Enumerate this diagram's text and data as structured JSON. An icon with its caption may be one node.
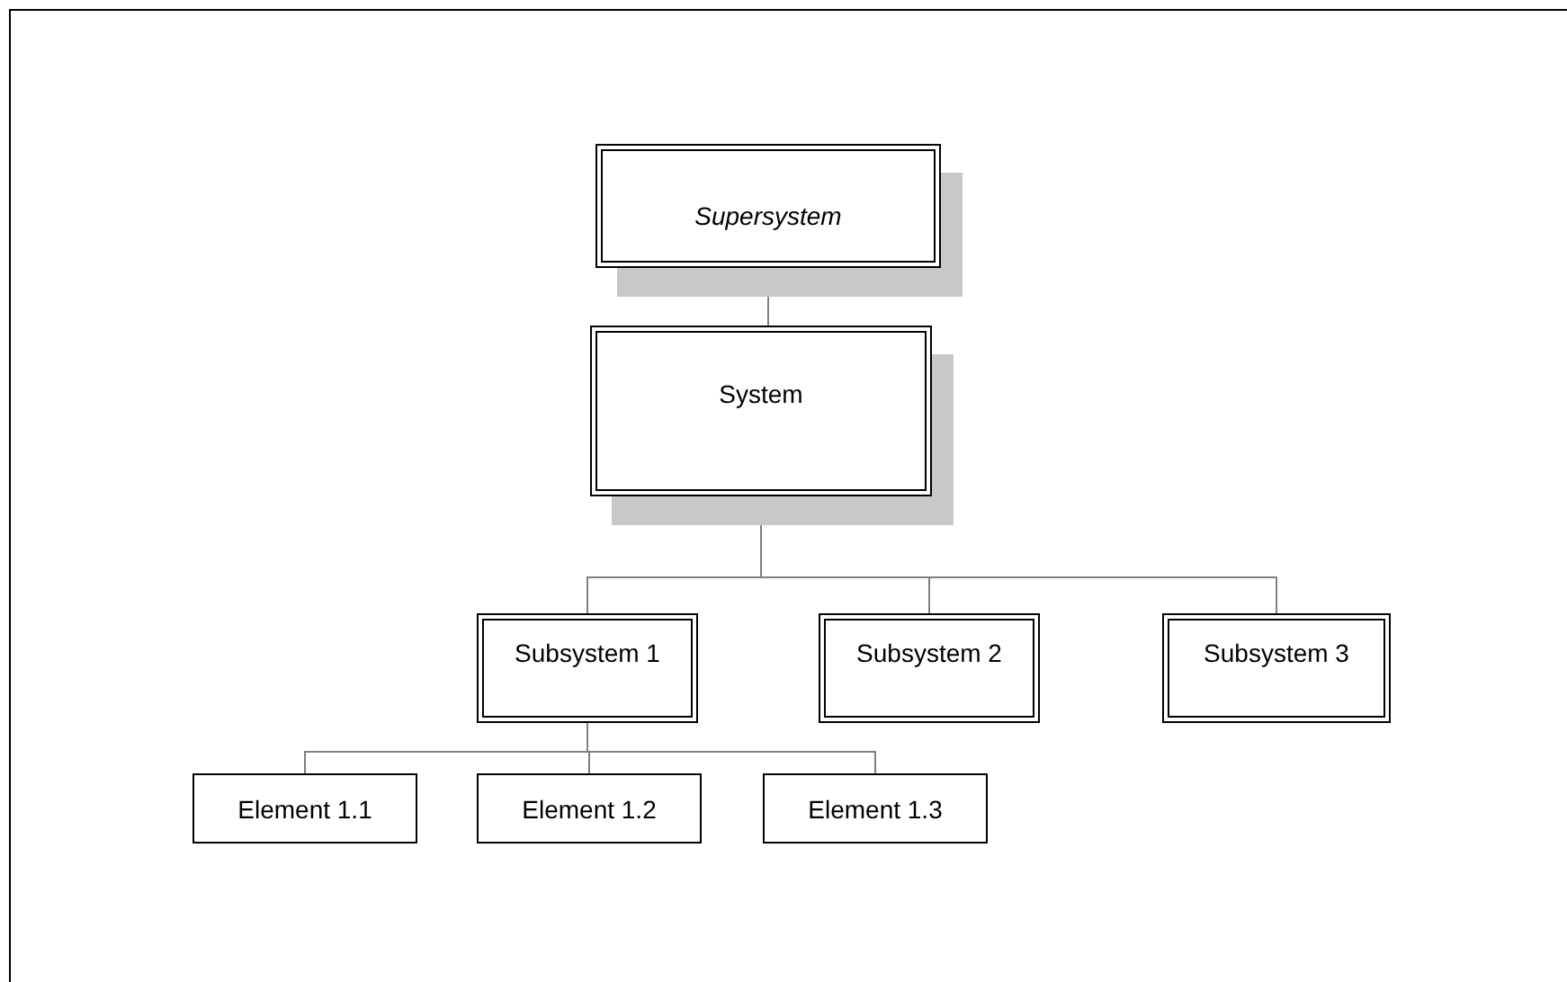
{
  "diagram": {
    "nodes": [
      {
        "text": [
          "Supersystem"
        ]
      },
      {
        "text": [
          "System"
        ]
      },
      {
        "text": [
          "Subsystem 1"
        ]
      },
      {
        "text": [
          "Subsystem 2"
        ]
      },
      {
        "text": [
          "Subsystem 3"
        ]
      },
      {
        "text": [
          "Element 1.1"
        ]
      },
      {
        "text": [
          "Element 1.2"
        ]
      },
      {
        "text": [
          "Element 1.3"
        ]
      }
    ],
    "edges": [
      {
        "from": 0,
        "to": 1,
        "arrow": "none"
      },
      {
        "from": 1,
        "to": 2,
        "arrow": "none"
      },
      {
        "from": 1,
        "to": 3,
        "arrow": "none"
      },
      {
        "from": 1,
        "to": 4,
        "arrow": "none"
      },
      {
        "from": 2,
        "to": 5,
        "arrow": "none"
      },
      {
        "from": 2,
        "to": 6,
        "arrow": "none"
      },
      {
        "from": 2,
        "to": 7,
        "arrow": "none"
      }
    ]
  }
}
